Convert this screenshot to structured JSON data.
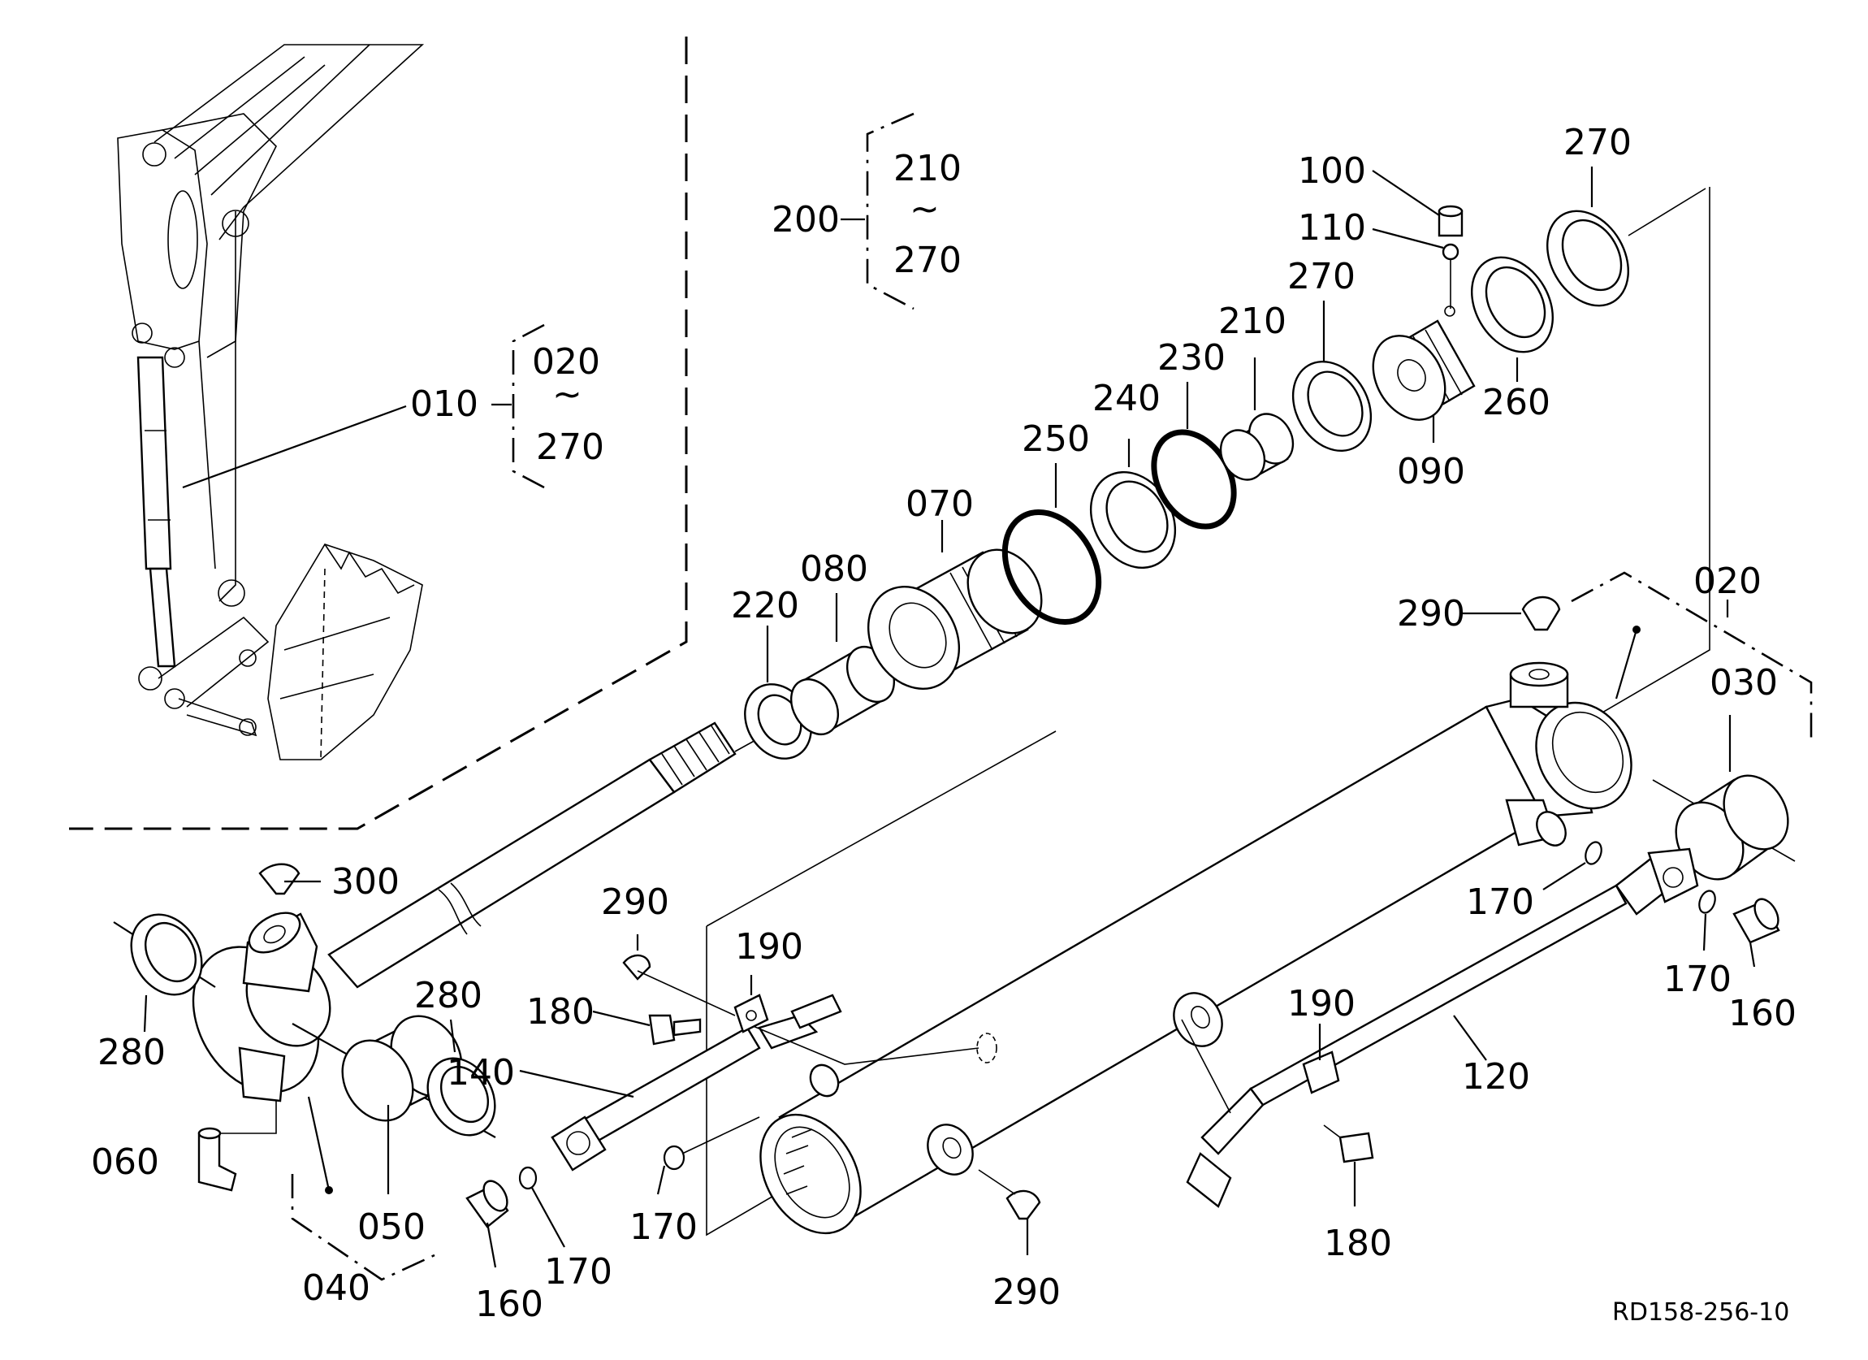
{
  "figure_code": "RD158-256-10",
  "groups": {
    "g010": {
      "id": "010",
      "from": "020",
      "tilde": "~",
      "to": "270"
    },
    "g200": {
      "id": "200",
      "from": "210",
      "tilde": "~",
      "to": "270"
    }
  },
  "labels": {
    "p020": "020",
    "p030": "030",
    "p040": "040",
    "p050": "050",
    "p060": "060",
    "p070": "070",
    "p080": "080",
    "p090": "090",
    "p100": "100",
    "p110": "110",
    "p120": "120",
    "p140": "140",
    "p160a": "160",
    "p160b": "160",
    "p170a": "170",
    "p170b": "170",
    "p170c": "170",
    "p170d": "170",
    "p180a": "180",
    "p180b": "180",
    "p190a": "190",
    "p190b": "190",
    "p210": "210",
    "p220": "220",
    "p230": "230",
    "p240": "240",
    "p250": "250",
    "p260": "260",
    "p270a": "270",
    "p270b": "270",
    "p280a": "280",
    "p280b": "280",
    "p290a": "290",
    "p290b": "290",
    "p290c": "290",
    "p300": "300"
  }
}
